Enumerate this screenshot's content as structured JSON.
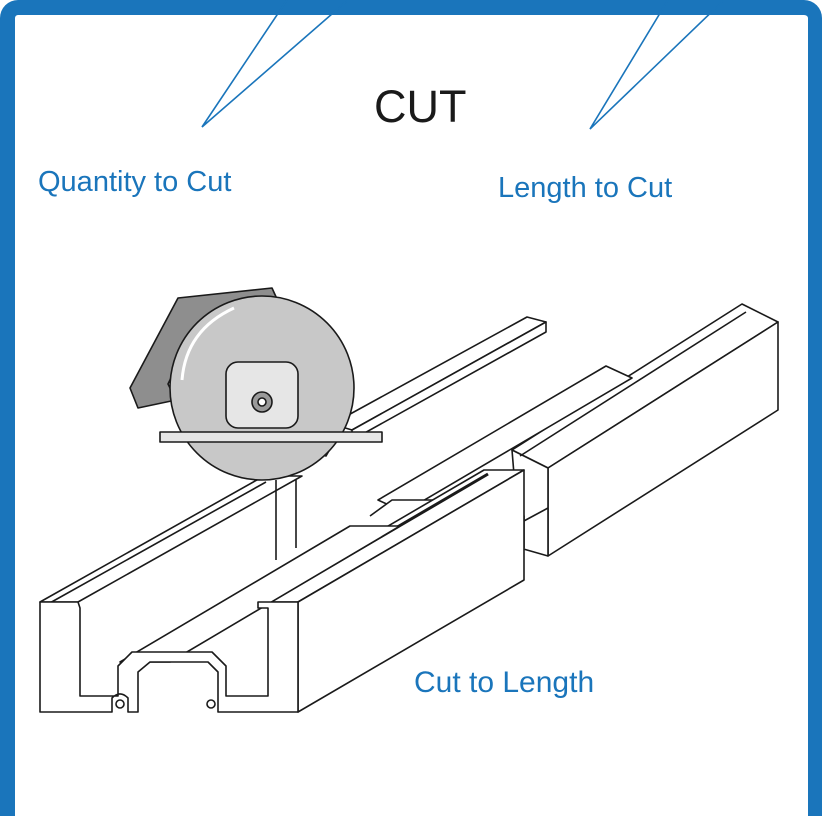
{
  "title": "CUT",
  "callouts": {
    "quantity": "Quantity to Cut",
    "length": "Length to Cut"
  },
  "caption": "Cut to Length",
  "colors": {
    "frame": "#1a75bb",
    "callout_text": "#1a75bb",
    "title_text": "#1a1a1a",
    "pointer_lines": "#1a75bb"
  }
}
